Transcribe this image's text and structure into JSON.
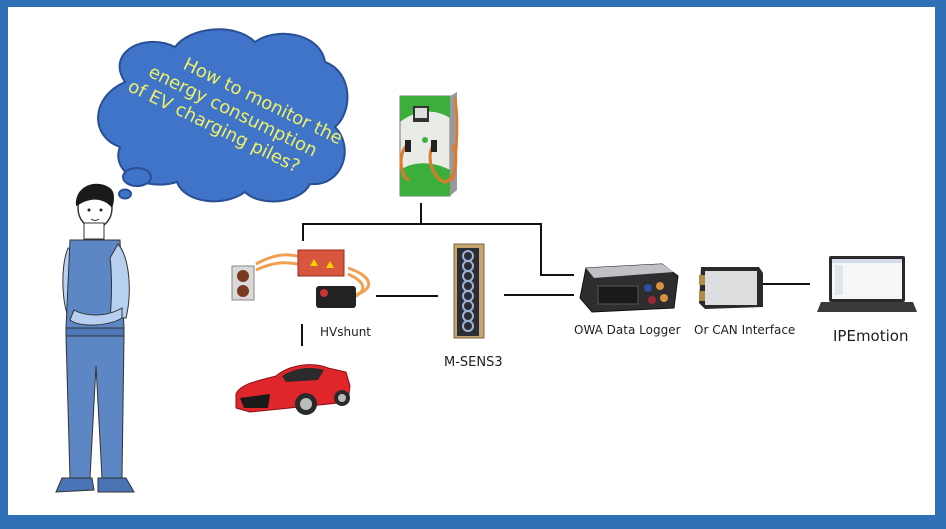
{
  "diagram": {
    "thought_bubble": {
      "lines": [
        "How to monitor the",
        "energy consumption",
        "of EV charging piles?"
      ],
      "text_color": "#f2f26a",
      "fill_color": "#3f74c8"
    },
    "nodes": {
      "charging_pile": {
        "label": "",
        "icon": "ev-charging-station-icon"
      },
      "hvshunt": {
        "label": "HVshunt",
        "icon": "hv-shunt-sensor-icon"
      },
      "msens3": {
        "label": "M-SENS3",
        "icon": "m-sens3-module-icon"
      },
      "owa_logger": {
        "label": "OWA Data Logger",
        "icon": "data-logger-icon"
      },
      "can_interface": {
        "label": "Or CAN Interface",
        "icon": "can-interface-icon"
      },
      "ipemotion": {
        "label": "IPEmotion",
        "icon": "laptop-icon"
      },
      "ev_car": {
        "label": "",
        "icon": "red-sports-car-icon"
      },
      "person": {
        "label": "",
        "icon": "thinking-man-icon"
      }
    },
    "colors": {
      "frame_border": "#2f70b6",
      "background": "#ffffff",
      "connector": "#111111"
    }
  }
}
